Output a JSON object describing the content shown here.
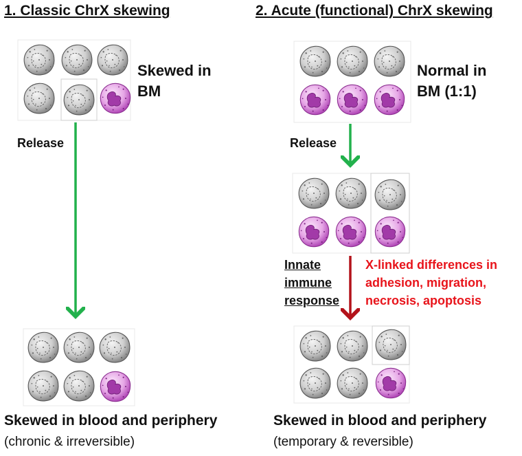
{
  "panels": [
    {
      "heading": "1. Classic ChrX skewing",
      "top_label_1": "Skewed in",
      "top_label_2": "BM",
      "release": "Release",
      "bottom_title": "Skewed in blood and periphery",
      "bottom_sub": "(chronic & irreversible)"
    },
    {
      "heading": "2. Acute (functional) ChrX skewing",
      "top_label_1": "Normal in",
      "top_label_2": "BM (1:1)",
      "release": "Release",
      "immune_1": "Innate",
      "immune_2": "immune",
      "immune_3": "response",
      "diff_1": "X-linked differences in",
      "diff_2": "adhesion, migration,",
      "diff_3": "necrosis, apoptosis",
      "bottom_title": "Skewed in blood and periphery",
      "bottom_sub": "(temporary & reversible)"
    }
  ],
  "colors": {
    "green_arrow": "#22b14c",
    "red_arrow": "#b3121a",
    "red_text": "#e8141b",
    "grey_cell": "#d9d9d9",
    "purple_cell": "#cc55cc"
  },
  "icons": [
    "grey-cell-icon",
    "purple-neutrophil-icon"
  ]
}
